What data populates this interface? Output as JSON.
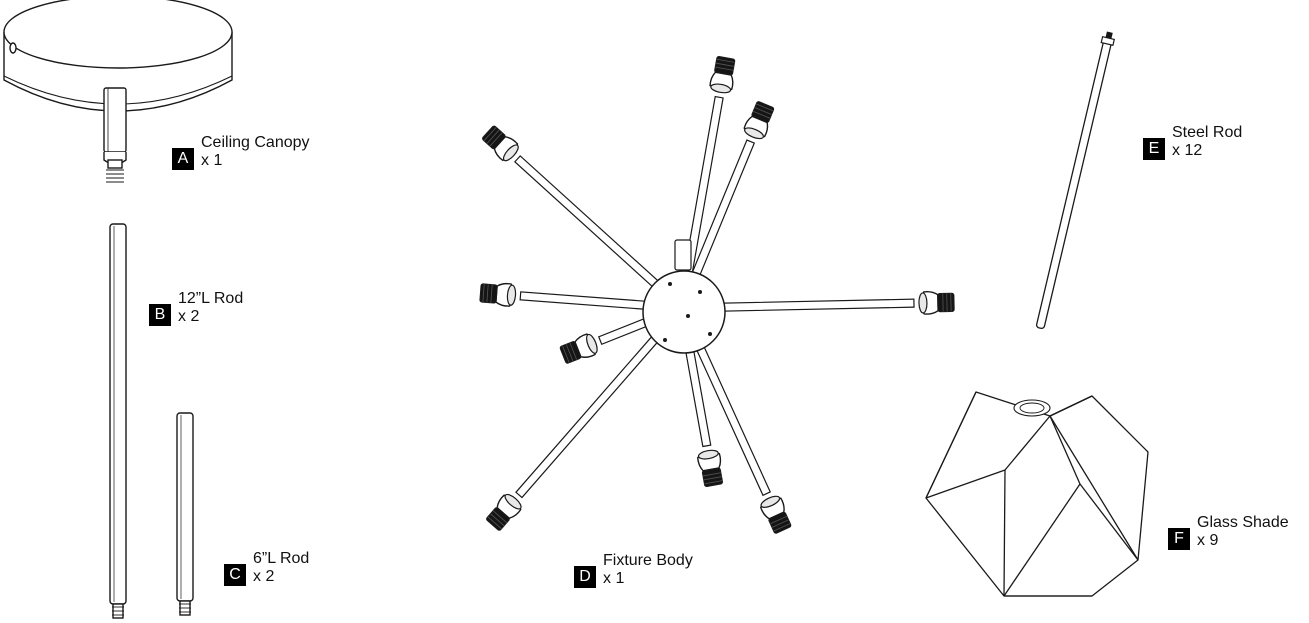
{
  "parts": [
    {
      "letter": "A",
      "name": "Ceiling Canopy",
      "qty": "x 1"
    },
    {
      "letter": "B",
      "name": "12”L Rod",
      "qty": "x 2"
    },
    {
      "letter": "C",
      "name": "6”L Rod",
      "qty": "x 2"
    },
    {
      "letter": "D",
      "name": "Fixture Body",
      "qty": "x  1"
    },
    {
      "letter": "E",
      "name": "Steel Rod",
      "qty": "x  12"
    },
    {
      "letter": "F",
      "name": "Glass Shade",
      "qty": "x  9"
    }
  ],
  "colors": {
    "line": "#1a1a1a",
    "socket": "#151515",
    "badge": "#000000"
  }
}
